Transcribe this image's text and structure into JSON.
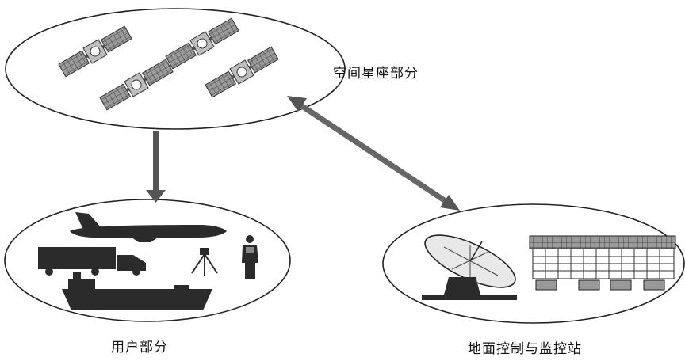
{
  "diagram": {
    "labels": {
      "space_segment": "空间星座部分",
      "user_segment": "用户部分",
      "ground_segment": "地面控制与监控站"
    },
    "icons": {
      "satellites": [
        "satellite-icon",
        "satellite-icon",
        "satellite-icon",
        "satellite-icon"
      ],
      "user_items": [
        "airplane-icon",
        "truck-icon",
        "ship-icon",
        "surveying-tripod-icon",
        "person-icon"
      ],
      "ground_items": [
        "dish-antenna-icon",
        "control-building-icon"
      ]
    },
    "arrows": [
      {
        "from": "space_segment",
        "to": "user_segment",
        "direction": "one-way"
      },
      {
        "from": "space_segment",
        "to": "ground_segment",
        "direction": "two-way"
      }
    ],
    "colors": {
      "stroke": "#222222",
      "arrow": "#555555",
      "silhouette": "#2b2b2b",
      "panel": "#8a8a8a"
    }
  }
}
